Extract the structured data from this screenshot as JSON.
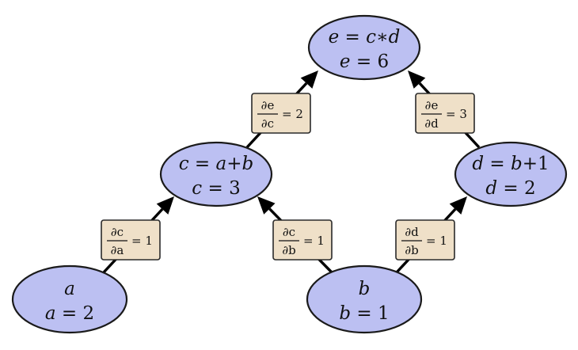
{
  "colors": {
    "node_fill": "#bcc0f2",
    "derivative_fill": "#efe0c8",
    "stroke": "#1a1a1a"
  },
  "nodes": [
    {
      "id": "e",
      "expr": "e = c∗d",
      "value": "e = 6"
    },
    {
      "id": "c",
      "expr": "c = a+b",
      "value": "c = 3"
    },
    {
      "id": "d",
      "expr": "d = b+1",
      "value": "d = 2"
    },
    {
      "id": "a",
      "expr": "a",
      "value": "a = 2"
    },
    {
      "id": "b",
      "expr": "b",
      "value": "b = 1"
    }
  ],
  "edges": [
    {
      "from": "c",
      "to": "e",
      "partial_num": "∂e",
      "partial_den": "∂c",
      "value": "2"
    },
    {
      "from": "d",
      "to": "e",
      "partial_num": "∂e",
      "partial_den": "∂d",
      "value": "3"
    },
    {
      "from": "a",
      "to": "c",
      "partial_num": "∂c",
      "partial_den": "∂a",
      "value": "1"
    },
    {
      "from": "b",
      "to": "c",
      "partial_num": "∂c",
      "partial_den": "∂b",
      "value": "1"
    },
    {
      "from": "b",
      "to": "d",
      "partial_num": "∂d",
      "partial_den": "∂b",
      "value": "1"
    }
  ]
}
